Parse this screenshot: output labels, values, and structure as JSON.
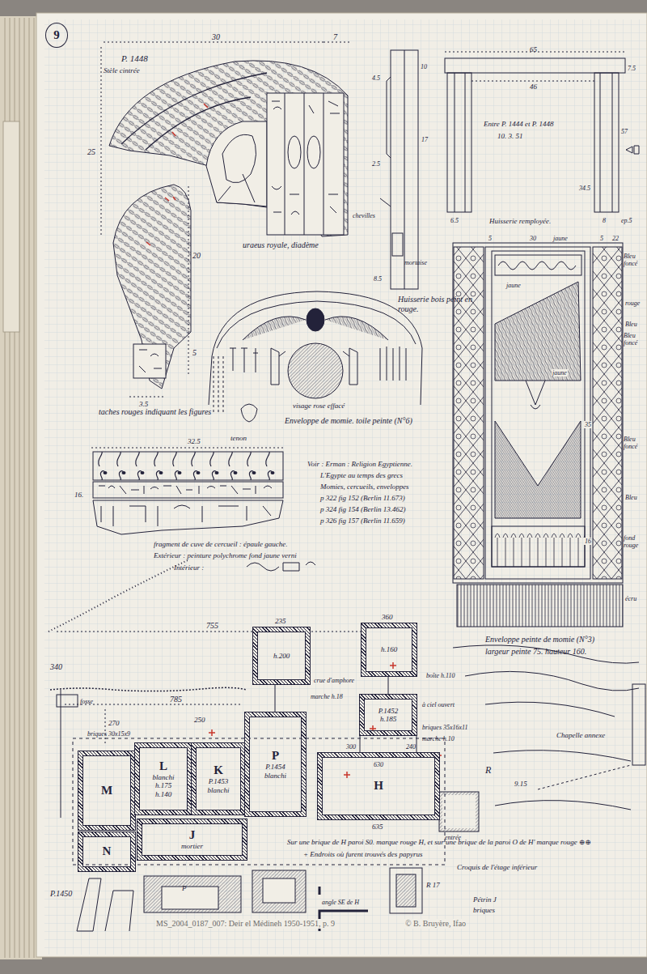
{
  "diagram": {
    "nodes": [
      {
        "text": [
          "9"
        ]
      },
      {
        "text": [
          "M"
        ]
      },
      {
        "text": [
          "L",
          "blanchi",
          "h.175",
          "h.140"
        ]
      },
      {
        "text": [
          "K",
          "P.1453",
          "blanchi"
        ]
      },
      {
        "text": [
          "P",
          "P.1454",
          "blanchi"
        ]
      },
      {
        "text": [
          "H"
        ]
      },
      {
        "text": [
          "P.1452",
          "h.185"
        ]
      },
      {
        "text": [
          "h.200"
        ]
      },
      {
        "text": [
          "h.160"
        ]
      },
      {
        "text": [
          "N"
        ]
      },
      {
        "text": [
          "J",
          "mortier"
        ]
      }
    ],
    "labels": [
      "P. 1448",
      "Stèle cintrée",
      "30",
      "7",
      "25",
      "20",
      "5",
      "3.5",
      "taches rouges indiquant les figures",
      "uraeus royale, diadème",
      "10",
      "17",
      "4.5",
      "2.5",
      "chevilles",
      "mortaise",
      "8.5",
      "Huisserie bois peint en rouge.",
      "65",
      "46",
      "7.5",
      "Entre P. 1444 et P. 1448",
      "10. 3. 51",
      "57",
      "34.5",
      "6.5",
      "8",
      "ep.5",
      "Huisserie remployée.",
      "visage rose effacé",
      "tenon",
      "Enveloppe de momie. toile peinte (N°6)",
      "32.5",
      "16.",
      "fragment de cuve de cercueil : épaule gauche.",
      "Extérieur : peinture polychrome fond jaune verni",
      "Intérieur :",
      "Voir : Erman : Religion Egyptienne.",
      "L'Egypte au temps des grecs",
      "Momies, cercueils, enveloppes",
      "p 322 fig 152 (Berlin 11.673)",
      "p 324 fig 154 (Berlin 13.462)",
      "p 326 fig 157 (Berlin 11.659)",
      "30",
      "5",
      "5",
      "22",
      "jaune",
      "Bleu foncé",
      "rouge",
      "Bleu",
      "Bleu foncé",
      "Bleu foncé",
      "Bleu",
      "fond rouge",
      "écru",
      "jaune",
      "jaune",
      "35",
      "16",
      "Enveloppe peinte de momie (N°3)",
      "largeur peinte 75. hauteur 160.",
      "755",
      "340",
      "785",
      "fosse",
      "270",
      "250",
      "briques 30x15x9",
      "235",
      "360",
      "crue d'amphore",
      "marche h.18",
      "boîte h.110",
      "à ciel ouvert",
      "briques 35x16x11",
      "marche h.10",
      "Chapelle annexe",
      "R",
      "9.15",
      "300",
      "630",
      "240",
      "635",
      "entrée",
      "Sur une brique de H paroi S0. marque rouge H, et sur une brique de la paroi O de H' marque rouge ⊕⊕",
      "+ Endroits où furent trouvés des papyrus",
      "Croquis de l'étage inférieur",
      "P.1450",
      "P",
      "angle SE de H",
      "R 17",
      "Pétrin J",
      "briques",
      "MS_2004_0187_007: Deir el Médineh 1950-1951, p. 9",
      "© B. Bruyère, Ifao"
    ]
  }
}
